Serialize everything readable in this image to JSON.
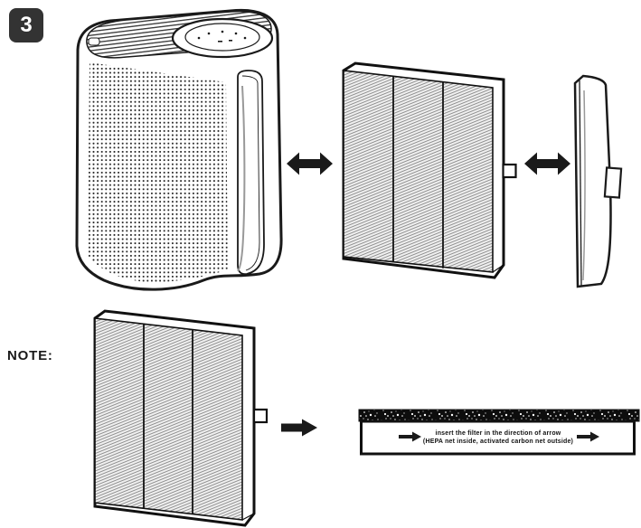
{
  "step": {
    "number": "3"
  },
  "note": {
    "label": "NOTE:"
  },
  "instruction_box": {
    "line1": "insert the filter in the direction of arrow",
    "line2": "(HEPA net inside, activated carbon net outside)"
  },
  "icons": {
    "swap_arrow_left": "double-headed-horizontal-arrow",
    "swap_arrow_right": "double-headed-horizontal-arrow",
    "insert_arrow": "right-arrow",
    "box_arrow_left": "right-arrow",
    "box_arrow_right": "right-arrow"
  },
  "illustrations": {
    "air_purifier": "air-purifier-unit",
    "filter_panel": "pleated-filter-with-tab",
    "back_cover": "filter-compartment-cover",
    "note_filter_panel": "pleated-filter-with-tab",
    "carbon_bar": "activated-carbon-net-strip"
  },
  "colors": {
    "line": "#1a1a1a",
    "badge_bg": "#333333",
    "badge_text": "#ffffff",
    "filter_texture": "#909090",
    "carbon_bar": "#0d0d0d"
  }
}
